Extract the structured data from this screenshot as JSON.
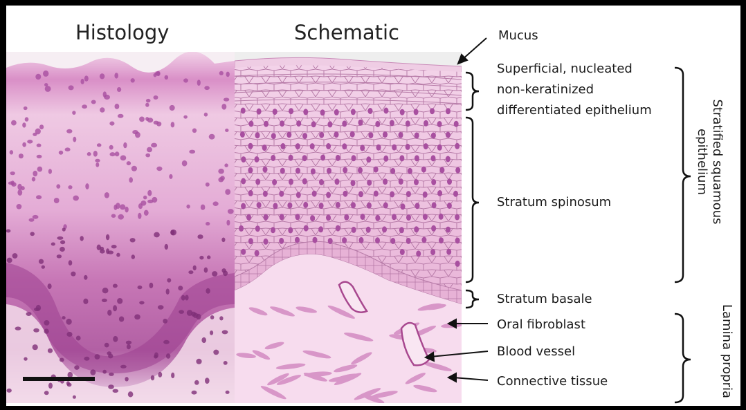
{
  "headings": {
    "histology": "Histology",
    "schematic": "Schematic"
  },
  "labels": {
    "mucus": "Mucus",
    "superficial_line1": "Superficial, nucleated",
    "superficial_line2": "non-keratinized",
    "superficial_line3": "differentiated epithelium",
    "spinosum": "Stratum spinosum",
    "basale": "Stratum basale",
    "fibroblast": "Oral fibroblast",
    "vessel": "Blood vessel",
    "connective": "Connective tissue"
  },
  "group_labels": {
    "epithelium_line1": "Stratified squamous",
    "epithelium_line2": "epithelium",
    "lamina_propria": "Lamina propria"
  },
  "colors": {
    "histology_base": "#e9b6da",
    "histology_dark": "#a44c97",
    "nucleus": "#a84fa0",
    "schematic_base": "#f1c6e3",
    "cell_stroke": "#b67aa7",
    "connective_bg": "#f7dcee",
    "fibroblast": "#d896c8"
  }
}
